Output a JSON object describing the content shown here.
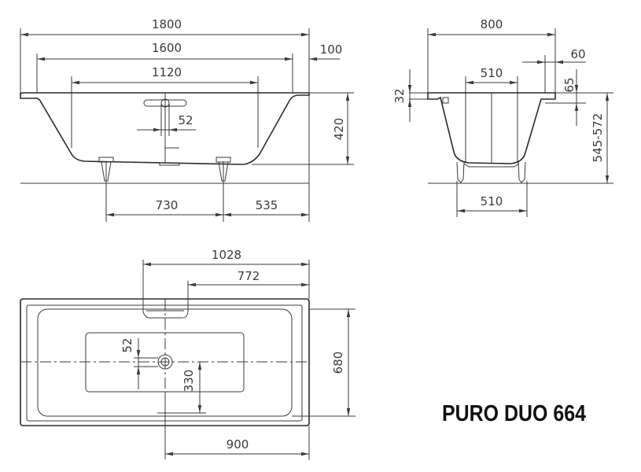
{
  "product": {
    "title": "PURO DUO 664"
  },
  "side_view": {
    "dimensions": {
      "overall_length": "1800",
      "inner_length": "1600",
      "rim_width": "100",
      "bottom_length": "1120",
      "overflow_dia": "52",
      "depth": "420",
      "feet_spacing": "730",
      "foot_to_end": "535"
    }
  },
  "end_view": {
    "dimensions": {
      "overall_width": "800",
      "rim_width": "60",
      "bottom_width": "510",
      "rim_thickness": "32",
      "rim_drop": "65",
      "height_range": "545-572",
      "feet_spacing": "510"
    }
  },
  "top_view": {
    "dimensions": {
      "overflow_position": "1028",
      "overflow_inner": "772",
      "drain_dia": "52",
      "inner_width": "680",
      "drain_offset": "330",
      "drain_from_end": "900"
    }
  },
  "colors": {
    "line": "#3a3a3a",
    "text": "#3a3a3a",
    "title": "#111111",
    "background": "#ffffff"
  }
}
